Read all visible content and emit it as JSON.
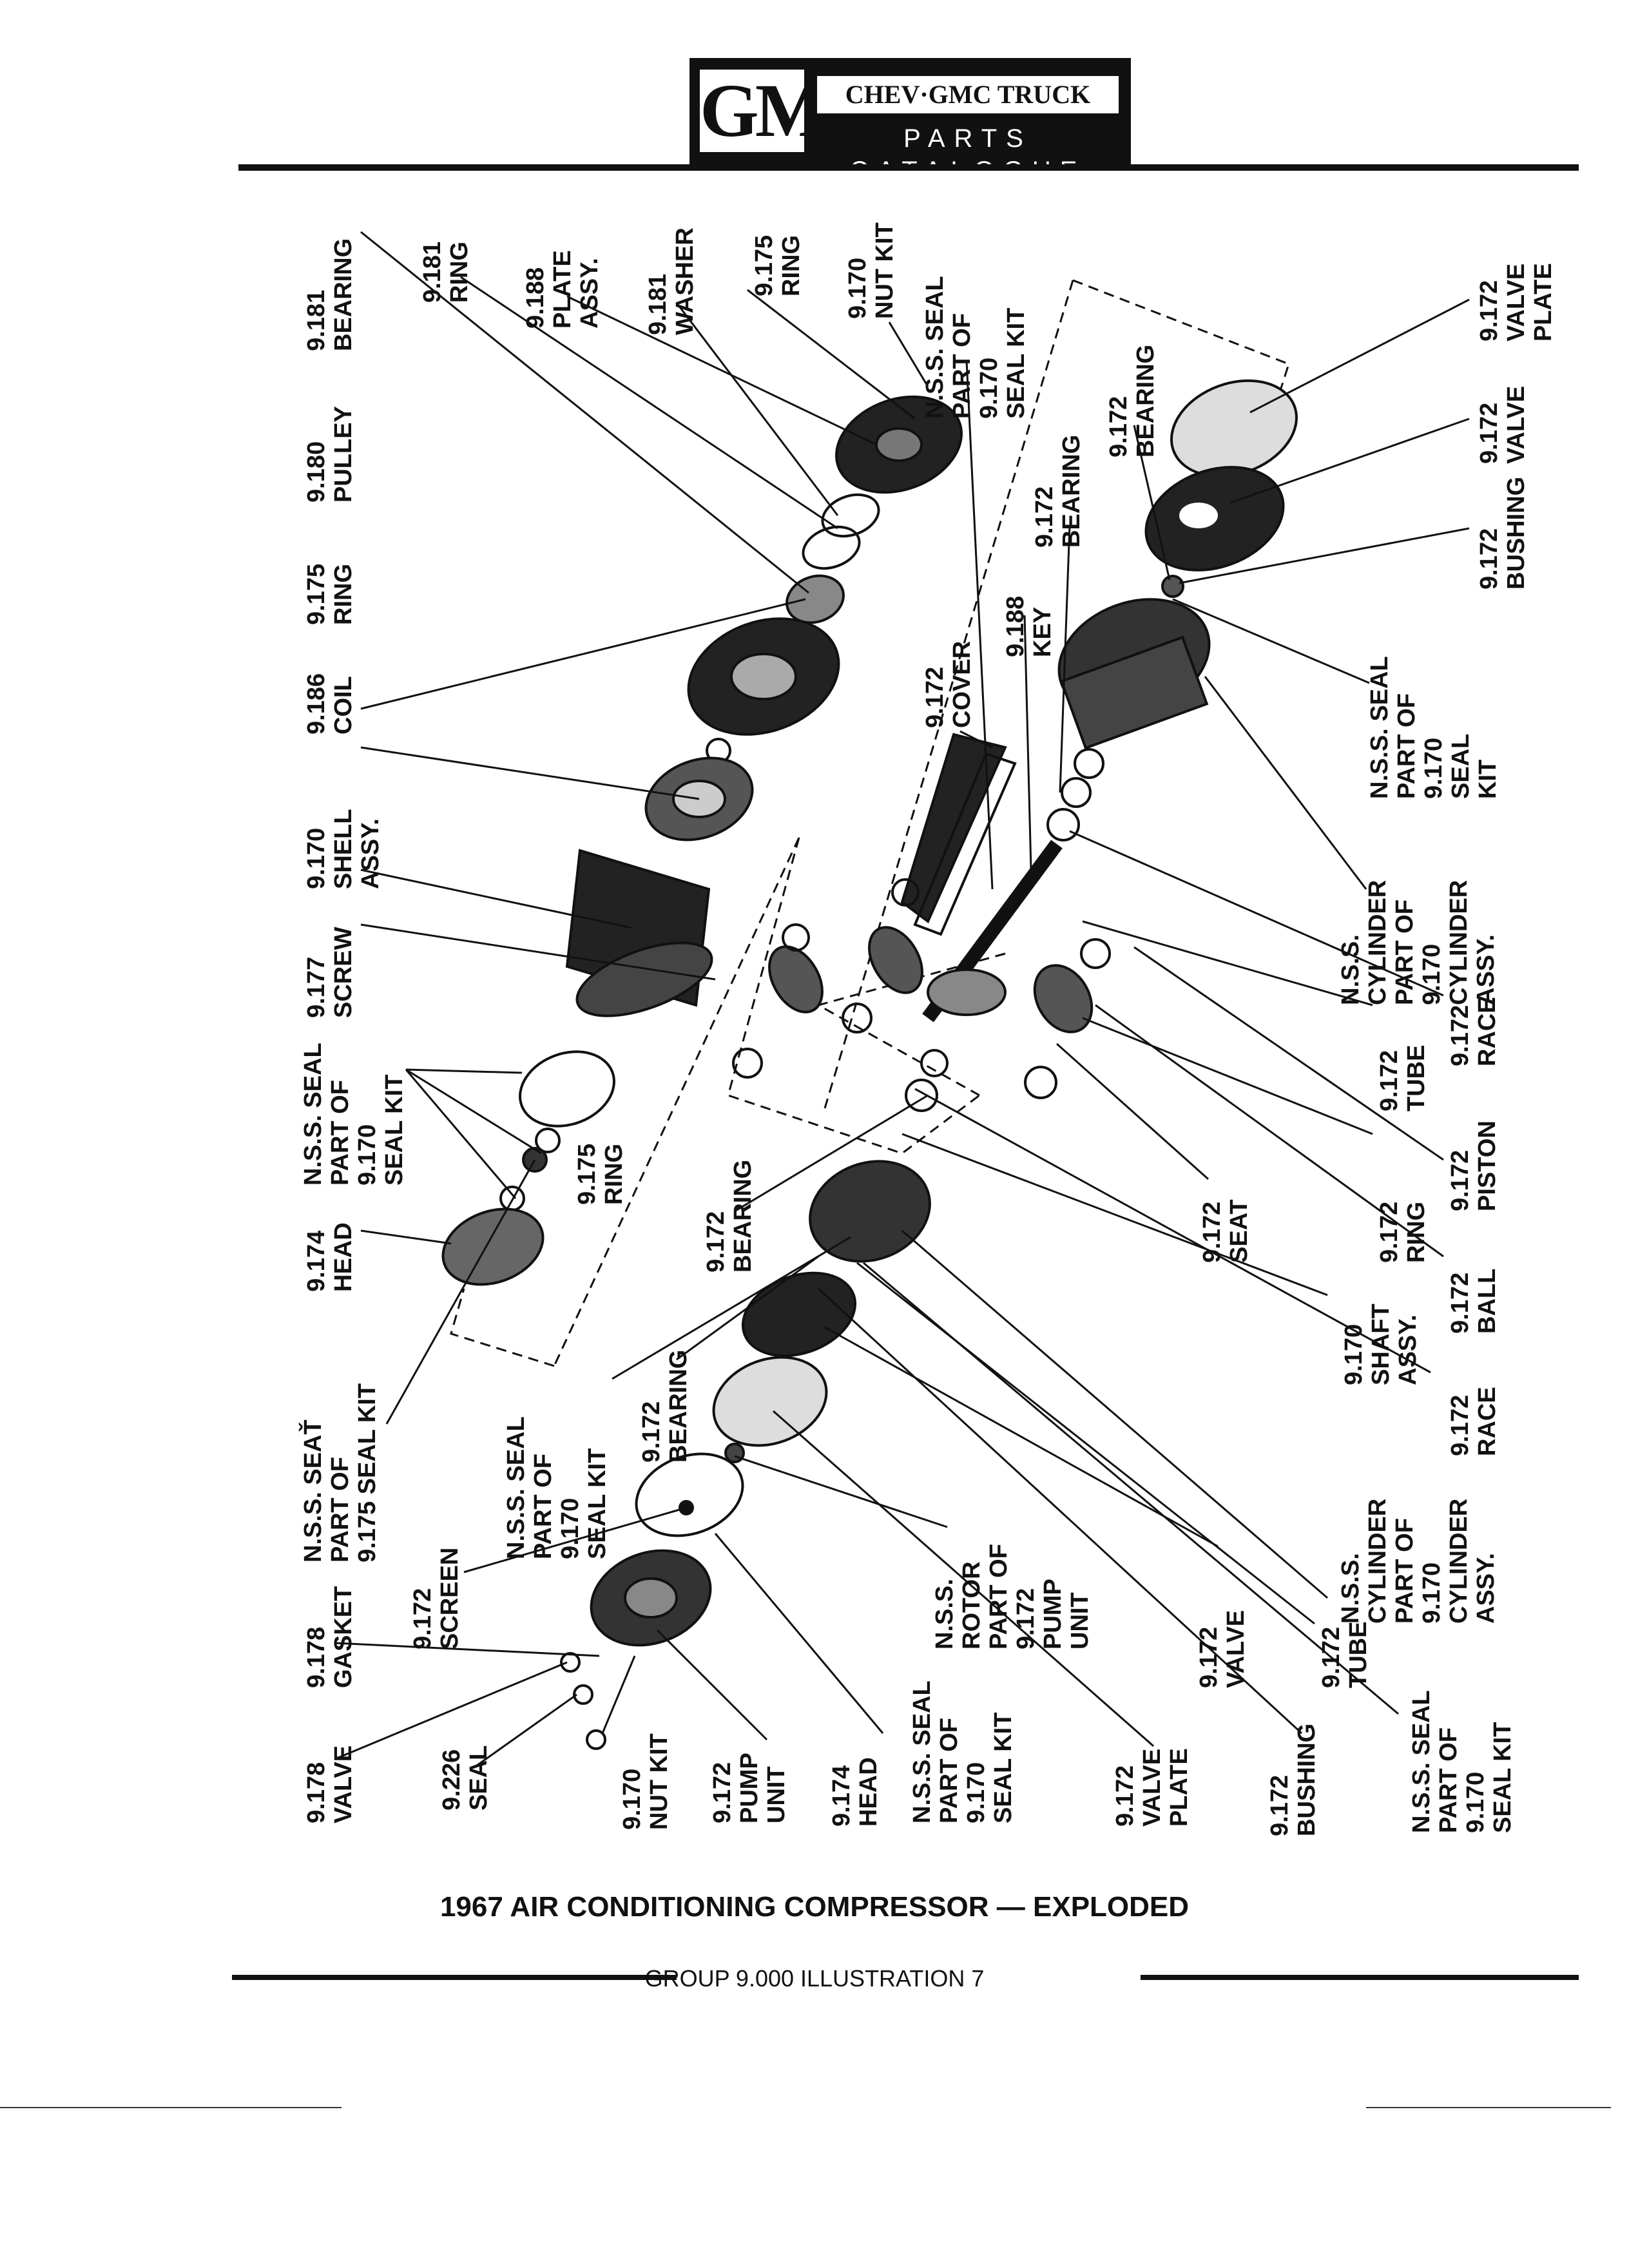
{
  "header": {
    "logo_text": "GM",
    "brand": "CHEV·GMC TRUCK",
    "subtitle": "PARTS CATALOGUE"
  },
  "labels": [
    {
      "id": "l1",
      "text": "9.181\nBEARING"
    },
    {
      "id": "l2",
      "text": "9.181\nRING"
    },
    {
      "id": "l3",
      "text": "9.188\nPLATE\nASSY."
    },
    {
      "id": "l4",
      "text": "9.181\nWASHER"
    },
    {
      "id": "l5",
      "text": "9.175\nRING"
    },
    {
      "id": "l6",
      "text": "9.170\nNUT KIT"
    },
    {
      "id": "l7",
      "text": "N.S.S. SEAL\nPART OF\n9.170\nSEAL KIT"
    },
    {
      "id": "l8",
      "text": "9.172\nVALVE\nPLATE"
    },
    {
      "id": "l9",
      "text": "9.172\nBEARING"
    },
    {
      "id": "l10",
      "text": "9.172\nVALVE"
    },
    {
      "id": "l11",
      "text": "9.180\nPULLEY"
    },
    {
      "id": "l12",
      "text": "9.172\nBEARING"
    },
    {
      "id": "l13",
      "text": "9.172\nBUSHING"
    },
    {
      "id": "l14",
      "text": "9.175\nRING"
    },
    {
      "id": "l15",
      "text": "9.188\nKEY"
    },
    {
      "id": "l16",
      "text": "9.172\nCOVER"
    },
    {
      "id": "l17",
      "text": "N.S.S. SEAL\nPART OF\n9.170\nSEAL\nKIT"
    },
    {
      "id": "l18",
      "text": "9.186\nCOIL"
    },
    {
      "id": "l19",
      "text": "9.170\nSHELL\nASSY."
    },
    {
      "id": "l20",
      "text": "N.S.S.\nCYLINDER\nPART OF\n9.170\nCYLINDER\nASSY."
    },
    {
      "id": "l21",
      "text": "9.177\nSCREW"
    },
    {
      "id": "l22",
      "text": "9.172\nTUBE"
    },
    {
      "id": "l23",
      "text": "9.172\nRACE"
    },
    {
      "id": "l24",
      "text": "N.S.S. SEAL\nPART OF\n9.170\nSEAL KIT"
    },
    {
      "id": "l25",
      "text": "9.175\nRING"
    },
    {
      "id": "l26",
      "text": "9.172\nRING"
    },
    {
      "id": "l27",
      "text": "9.172\nPISTON"
    },
    {
      "id": "l28",
      "text": "9.172\nSEAT"
    },
    {
      "id": "l29",
      "text": "9.174\nHEAD"
    },
    {
      "id": "l30",
      "text": "9.172\nBEARING"
    },
    {
      "id": "l31",
      "text": "9.172\nBALL"
    },
    {
      "id": "l32",
      "text": "9.170\nSHAFT\nASSY."
    },
    {
      "id": "l33",
      "text": "N.S.S. SEAŤ\nPART OF\n9.175 SEAL KIT"
    },
    {
      "id": "l34",
      "text": "9.172\nBEARING"
    },
    {
      "id": "l35",
      "text": "N.S.S. SEAL\nPART OF\n9.170\nSEAL KIT"
    },
    {
      "id": "l36",
      "text": "9.172\nRACE"
    },
    {
      "id": "l37",
      "text": "N.S.S.\nCYLINDER\nPART OF\n9.170\nCYLINDER\nASSY."
    },
    {
      "id": "l38",
      "text": "9.172\nSCREEN"
    },
    {
      "id": "l39",
      "text": "N.S.S.\nROTOR\nPART OF\n9.172\nPUMP\nUNIT"
    },
    {
      "id": "l40",
      "text": "9.172\nVALVE"
    },
    {
      "id": "l41",
      "text": "9.172\nTUBE"
    },
    {
      "id": "l42",
      "text": "9.178\nGASKET"
    },
    {
      "id": "l43",
      "text": "9.178\nVALVE"
    },
    {
      "id": "l44",
      "text": "9.226\nSEAL"
    },
    {
      "id": "l45",
      "text": "9.170\nNUT KIT"
    },
    {
      "id": "l46",
      "text": "9.172\nPUMP\nUNIT"
    },
    {
      "id": "l47",
      "text": "9.174\nHEAD"
    },
    {
      "id": "l48",
      "text": "N.S.S. SEAL\nPART OF\n9.170\nSEAL KIT"
    },
    {
      "id": "l49",
      "text": "9.172\nVALVE\nPLATE"
    },
    {
      "id": "l50",
      "text": "9.172\nBUSHING"
    },
    {
      "id": "l51",
      "text": "N.S.S. SEAL\nPART OF\n9.170\nSEAL KIT"
    }
  ],
  "caption": "1967 AIR CONDITIONING COMPRESSOR — EXPLODED",
  "group_line": "GROUP 9.000 ILLUSTRATION 7"
}
